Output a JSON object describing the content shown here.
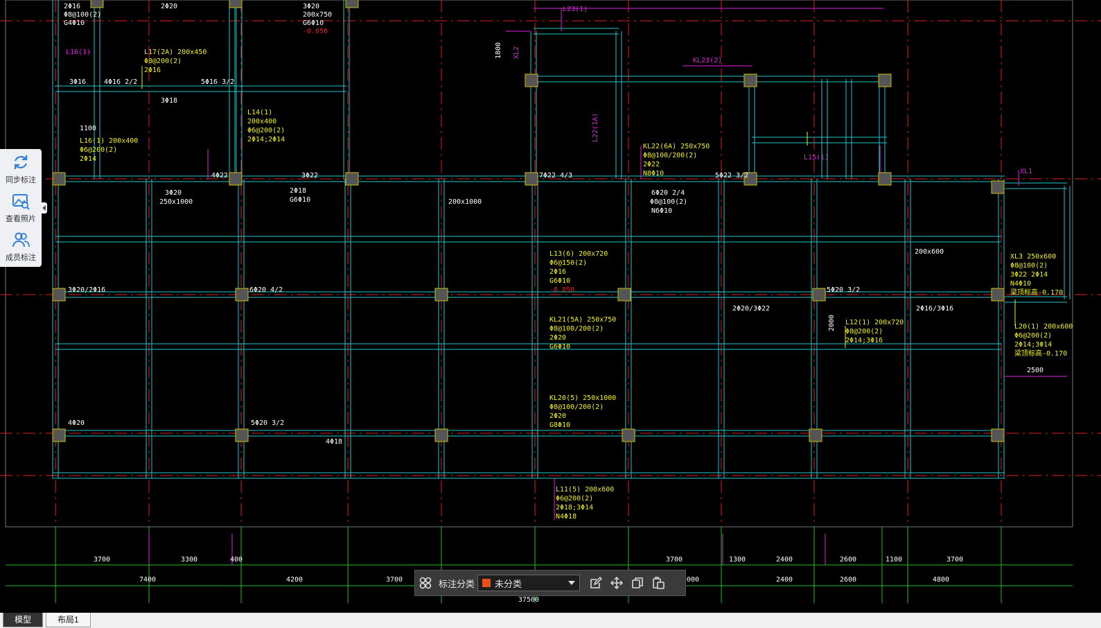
{
  "side_panel": {
    "items": [
      {
        "label": "同步标注",
        "icon": "sync-icon"
      },
      {
        "label": "查看照片",
        "icon": "photo-icon"
      },
      {
        "label": "成员标注",
        "icon": "members-icon"
      }
    ]
  },
  "toolbar": {
    "category_label": "标注分类",
    "category_value": "未分类",
    "category_color": "#e8501a"
  },
  "tabs": [
    {
      "label": "模型",
      "active": true
    },
    {
      "label": "布局1",
      "active": false
    }
  ],
  "colors": {
    "background": "#000000",
    "beam_lines": "#20c8d0",
    "magenta_annotation": "#e020e0",
    "yellow_annotation": "#f0f020",
    "white_text": "#ffffff",
    "red_axis": "#e02020",
    "green_axis": "#20c020",
    "column_fill": "#555555"
  },
  "dimensions": {
    "top_row": [
      "3700",
      "3300",
      "400",
      "3700",
      "1300",
      "2400",
      "2600",
      "1100",
      "3700"
    ],
    "bottom_row": [
      "7400",
      "4200",
      "3700",
      "5000",
      "2400",
      "2600",
      "4800"
    ],
    "total": "37500"
  },
  "annotations": [
    {
      "t": "2Φ16",
      "c": "w"
    },
    {
      "t": "2Φ20",
      "c": "w"
    },
    {
      "t": "3Φ20",
      "c": "w"
    },
    {
      "t": "200x750",
      "c": "w"
    },
    {
      "t": "G6Φ10",
      "c": "w"
    },
    {
      "t": "-0.050",
      "c": "r"
    },
    {
      "t": "Φ8@100(2)",
      "c": "w"
    },
    {
      "t": "G4Φ10",
      "c": "w"
    },
    {
      "t": "L23(1)",
      "c": "m"
    },
    {
      "t": "KL23(2)",
      "c": "m"
    },
    {
      "t": "L16(1)",
      "c": "m"
    },
    {
      "t": "L17(2A) 200x450",
      "c": "y"
    },
    {
      "t": "Φ8@200(2)",
      "c": "y"
    },
    {
      "t": "2Φ16",
      "c": "y"
    },
    {
      "t": "3Φ16",
      "c": "w"
    },
    {
      "t": "4Φ16 2/2",
      "c": "w"
    },
    {
      "t": "5Φ16 3/2",
      "c": "w"
    },
    {
      "t": "3Φ18",
      "c": "w"
    },
    {
      "t": "1100",
      "c": "w"
    },
    {
      "t": "L16(1) 200x400",
      "c": "y"
    },
    {
      "t": "Φ6@200(2)",
      "c": "y"
    },
    {
      "t": "2Φ14",
      "c": "y"
    },
    {
      "t": "L14(1)",
      "c": "y"
    },
    {
      "t": "200x400",
      "c": "y"
    },
    {
      "t": "Φ6@200(2)",
      "c": "y"
    },
    {
      "t": "2Φ14;2Φ14",
      "c": "y"
    },
    {
      "t": "3Φ22",
      "c": "w"
    },
    {
      "t": "4Φ22",
      "c": "w"
    },
    {
      "t": "1800",
      "c": "w"
    },
    {
      "t": "XL2",
      "c": "m"
    },
    {
      "t": "L22(1A)",
      "c": "m"
    },
    {
      "t": "KL22(6A) 250x750",
      "c": "y"
    },
    {
      "t": "Φ8@100/200(2)",
      "c": "y"
    },
    {
      "t": "2Φ22",
      "c": "y"
    },
    {
      "t": "N8Φ10",
      "c": "y"
    },
    {
      "t": "L15(1)",
      "c": "m"
    },
    {
      "t": "XL1",
      "c": "m"
    },
    {
      "t": "7Φ22 4/3",
      "c": "w"
    },
    {
      "t": "5Φ22 3/2",
      "c": "w"
    },
    {
      "t": "3Φ20",
      "c": "w"
    },
    {
      "t": "250x1000",
      "c": "w"
    },
    {
      "t": "2Φ18",
      "c": "w"
    },
    {
      "t": "G6Φ10",
      "c": "w"
    },
    {
      "t": "200x1000",
      "c": "w"
    },
    {
      "t": "6Φ20 2/4",
      "c": "w"
    },
    {
      "t": "Φ8@100(2)",
      "c": "w"
    },
    {
      "t": "N6Φ10",
      "c": "w"
    },
    {
      "t": "L13(6) 200x720",
      "c": "y"
    },
    {
      "t": "Φ6@150(2)",
      "c": "y"
    },
    {
      "t": "2Φ16",
      "c": "y"
    },
    {
      "t": "G6Φ10",
      "c": "y"
    },
    {
      "t": "-0.050",
      "c": "r"
    },
    {
      "t": "3Φ20/2Φ16",
      "c": "w"
    },
    {
      "t": "6Φ20 4/2",
      "c": "w"
    },
    {
      "t": "5Φ20 3/2",
      "c": "w"
    },
    {
      "t": "200x600",
      "c": "w"
    },
    {
      "t": "XL3 250x600",
      "c": "y"
    },
    {
      "t": "Φ8@100(2)",
      "c": "y"
    },
    {
      "t": "3Φ22 2Φ14",
      "c": "y"
    },
    {
      "t": "N4Φ10",
      "c": "y"
    },
    {
      "t": "梁顶标高-0.170",
      "c": "y"
    },
    {
      "t": "KL21(5A) 250x750",
      "c": "y"
    },
    {
      "t": "Φ8@100/200(2)",
      "c": "y"
    },
    {
      "t": "2Φ20",
      "c": "y"
    },
    {
      "t": "G6Φ10",
      "c": "y"
    },
    {
      "t": "L12(1) 200x720",
      "c": "y"
    },
    {
      "t": "Φ8@200(2)",
      "c": "y"
    },
    {
      "t": "2Φ14;3Φ16",
      "c": "y"
    },
    {
      "t": "L20(1) 200x600",
      "c": "y"
    },
    {
      "t": "Φ6@200(2)",
      "c": "y"
    },
    {
      "t": "2Φ14;3Φ14",
      "c": "y"
    },
    {
      "t": "梁顶标高-0.170",
      "c": "y"
    },
    {
      "t": "2500",
      "c": "w"
    },
    {
      "t": "2000",
      "c": "w"
    },
    {
      "t": "2Φ20/3Φ22",
      "c": "w"
    },
    {
      "t": "2Φ16/3Φ16",
      "c": "w"
    },
    {
      "t": "KL20(5) 250x1000",
      "c": "y"
    },
    {
      "t": "Φ8@100/200(2)",
      "c": "y"
    },
    {
      "t": "2Φ20",
      "c": "y"
    },
    {
      "t": "G8Φ10",
      "c": "y"
    },
    {
      "t": "4Φ20",
      "c": "w"
    },
    {
      "t": "5Φ20 3/2",
      "c": "w"
    },
    {
      "t": "4Φ18",
      "c": "w"
    },
    {
      "t": "L11(5) 200x600",
      "c": "y"
    },
    {
      "t": "Φ6@200(2)",
      "c": "y"
    },
    {
      "t": "2Φ18;3Φ14",
      "c": "y"
    },
    {
      "t": "N4Φ18",
      "c": "y"
    }
  ]
}
